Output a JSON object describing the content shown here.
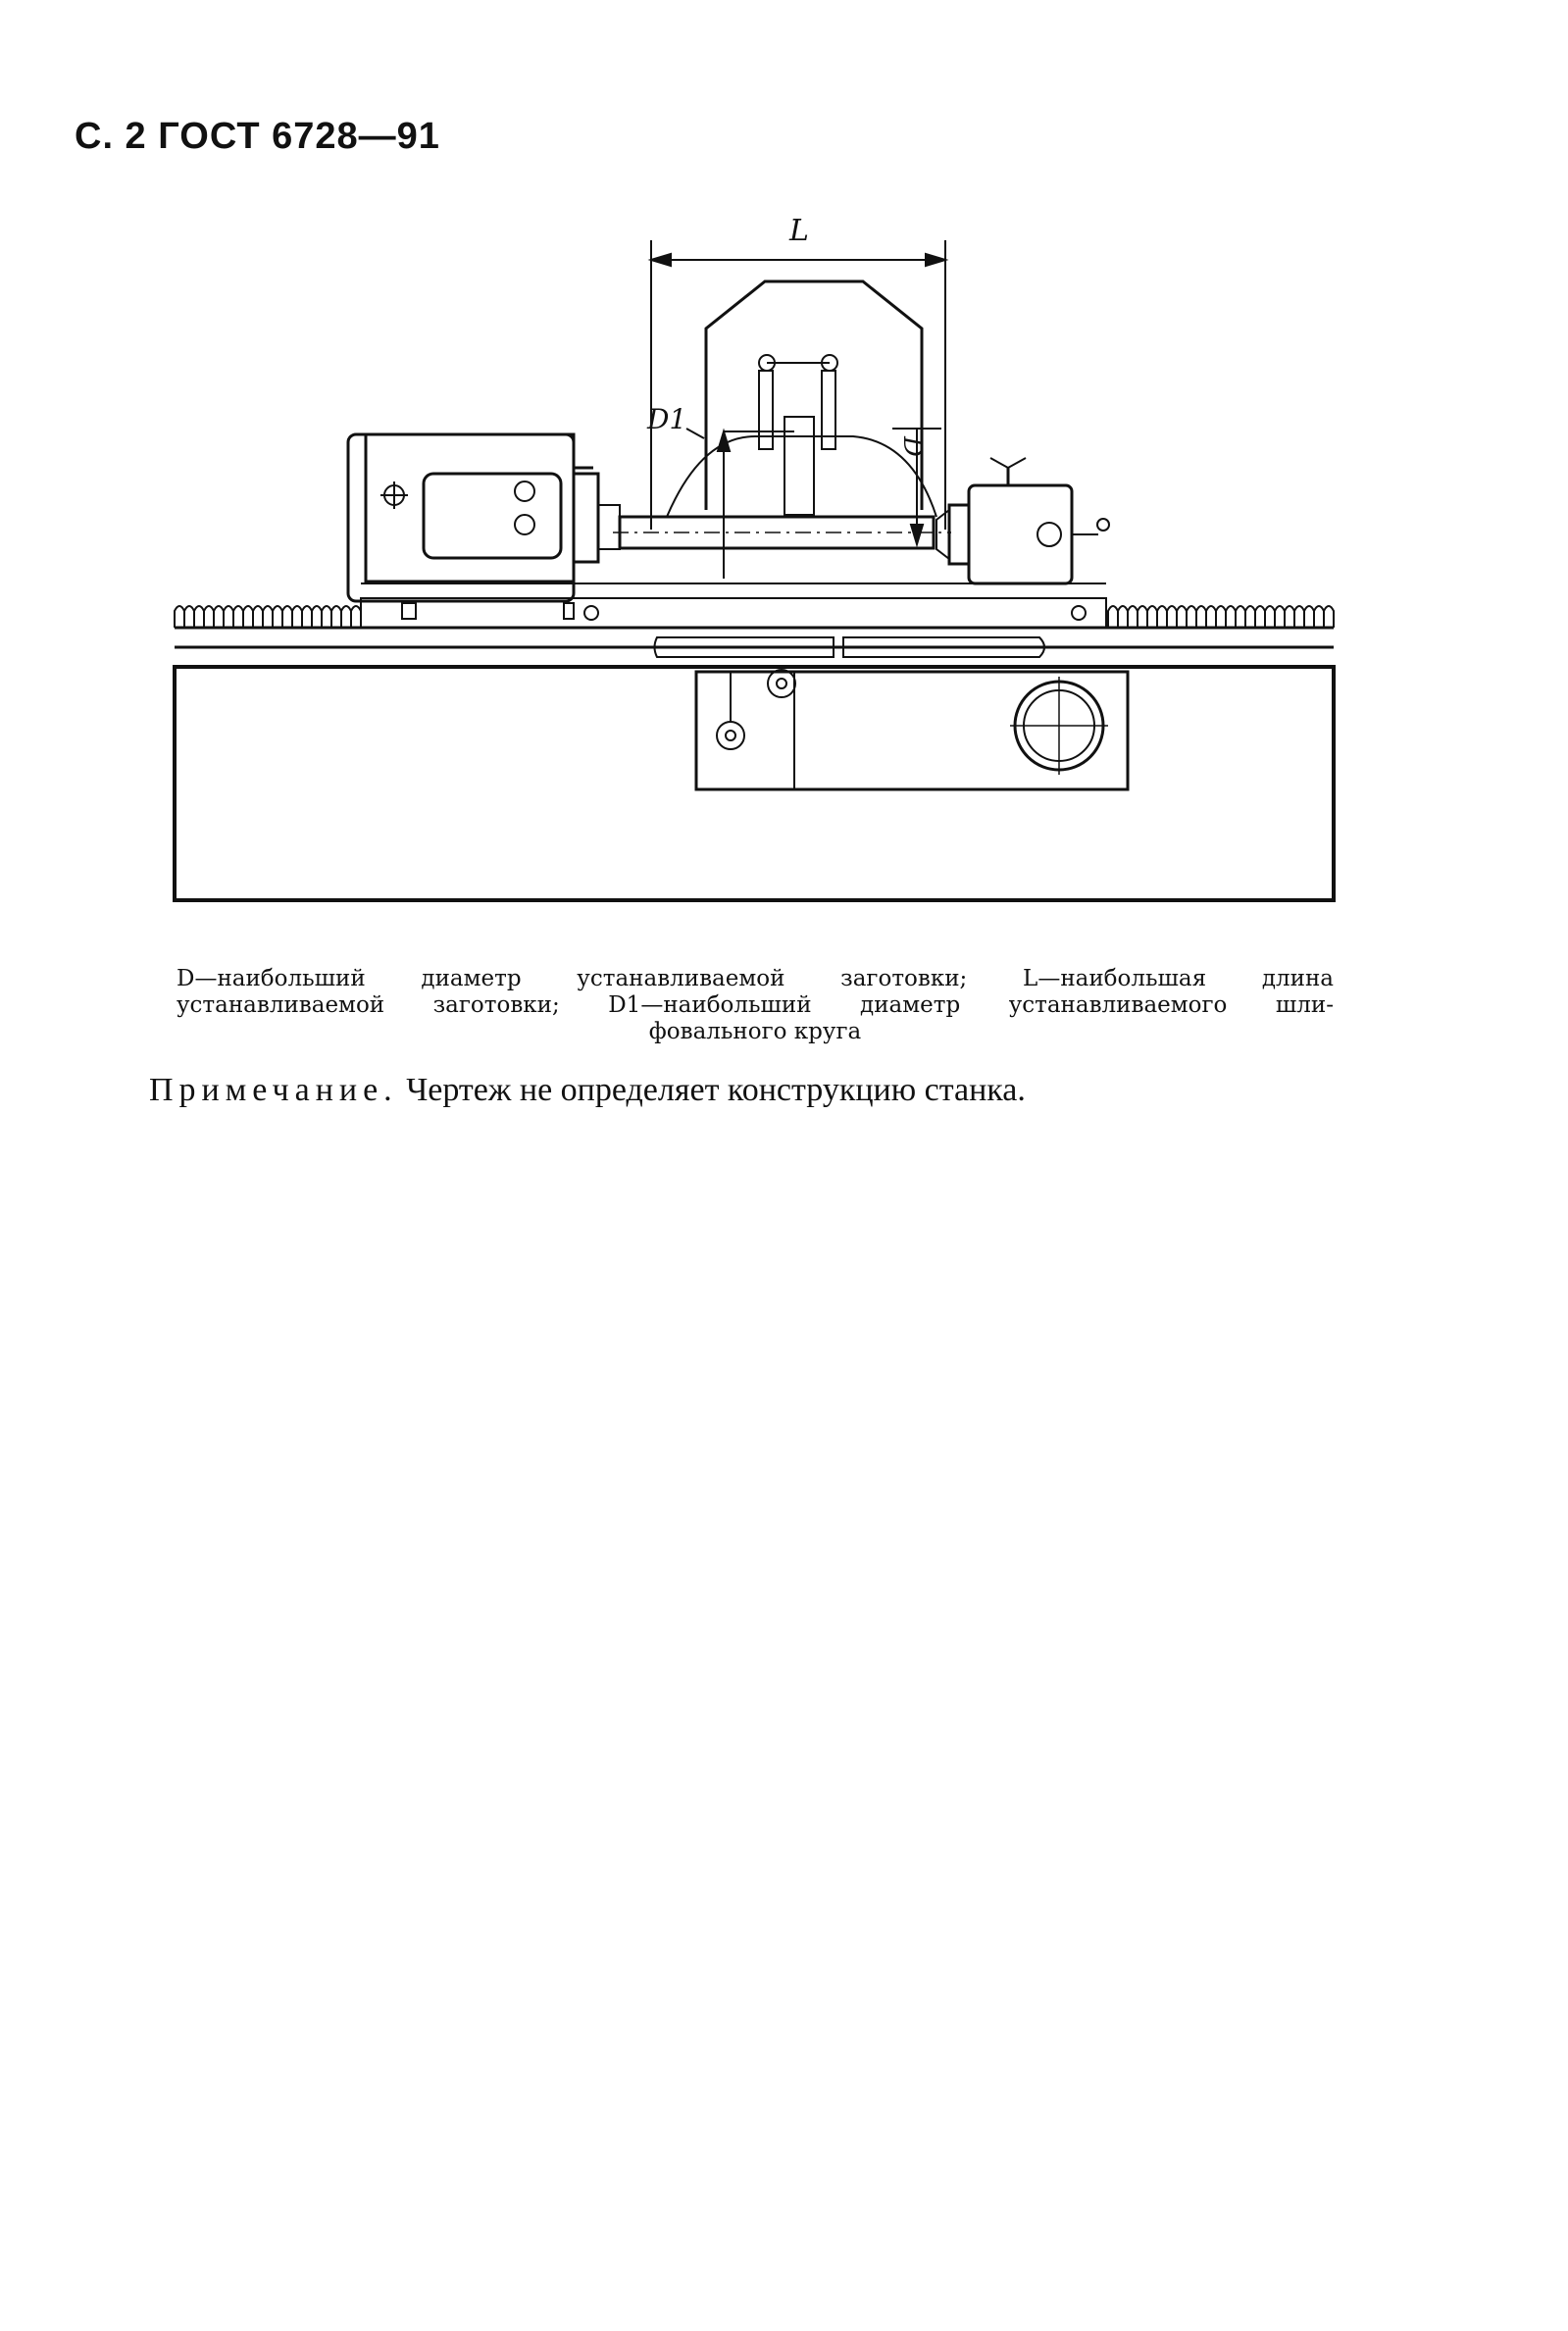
{
  "header": {
    "page_ref": "С. 2 ГОСТ 6728—91"
  },
  "drawing": {
    "labels": {
      "length": "L",
      "diameter": "D",
      "wheel_diameter": "D1"
    }
  },
  "caption": {
    "line1": "D—наибольший диаметр устанавливаемой заготовки; L—наибольшая длина",
    "line2": "устанавливаемой заготовки; D1—наибольший диаметр устанавливаемого шли-",
    "line3": "фовального круга"
  },
  "note": {
    "lead": "Примечание.",
    "text": "Чертеж не определяет конструкцию станка."
  }
}
